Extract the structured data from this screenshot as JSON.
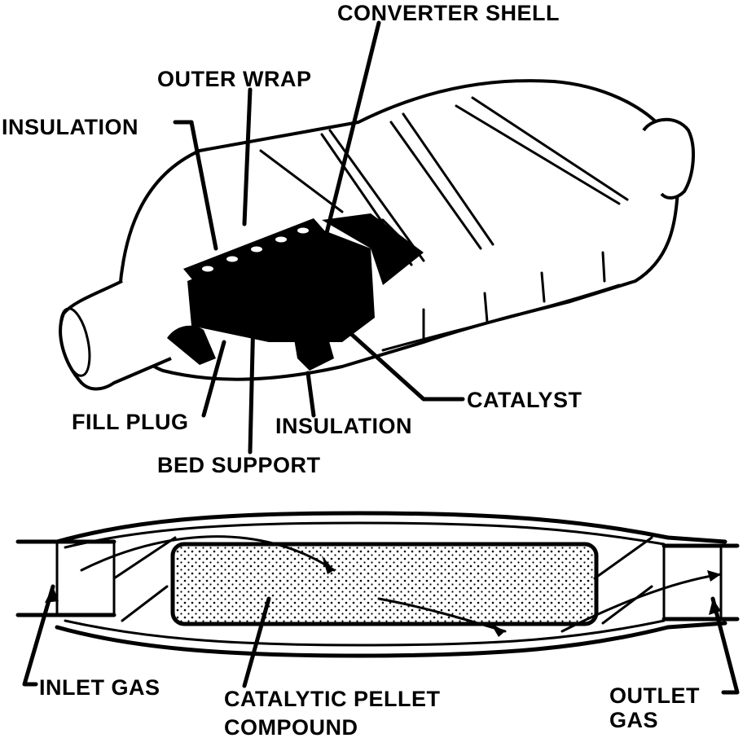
{
  "top_diagram": {
    "labels": {
      "converter_shell": "CONVERTER SHELL",
      "outer_wrap": "OUTER WRAP",
      "insulation_top": "INSULATION",
      "catalyst": "CATALYST",
      "fill_plug": "FILL PLUG",
      "insulation_bottom": "INSULATION",
      "bed_support": "BED SUPPORT"
    }
  },
  "bottom_diagram": {
    "labels": {
      "inlet_gas": "INLET GAS",
      "catalytic_line1": "CATALYTIC PELLET",
      "catalytic_line2": "COMPOUND",
      "outlet_line1": "OUTLET",
      "outlet_line2": "GAS"
    }
  },
  "colors": {
    "ink": "#000000",
    "paper": "#ffffff"
  }
}
